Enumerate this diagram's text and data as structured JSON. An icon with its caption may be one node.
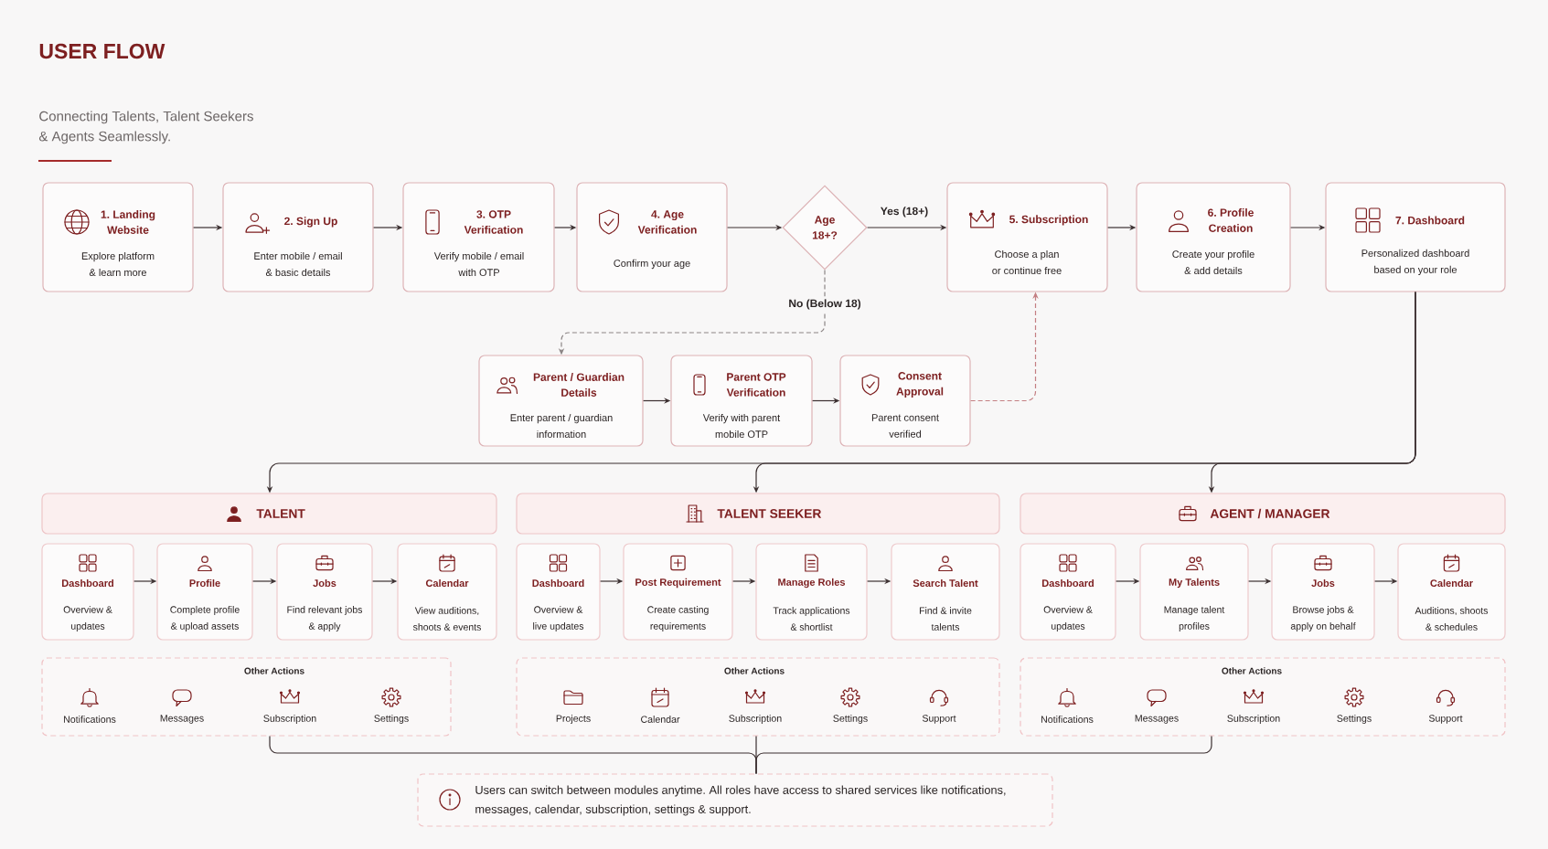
{
  "diagram": {
    "title": "USER FLOW",
    "nodes": [
      {
        "text": [
          "1. Landing Website",
          "Explore platform & learn more"
        ]
      },
      {
        "text": [
          "2. Sign Up",
          "Enter mobile / email & basic details"
        ]
      },
      {
        "text": [
          "3. OTP Verification",
          "Verify mobile / email with OTP"
        ]
      },
      {
        "text": [
          "4. Age Verification",
          "Confirm your age"
        ]
      },
      {
        "text": [
          "Age 18+?"
        ]
      },
      {
        "text": [
          "5. Subscription",
          "Choose a plan or continue free"
        ]
      },
      {
        "text": [
          "6. Profile Creation",
          "Create your profile & add details"
        ]
      },
      {
        "text": [
          "7. Dashboard",
          "Personalized dashboard based on your role"
        ]
      },
      {
        "text": [
          "Parent / Guardian Details",
          "Enter parent / guardian information"
        ]
      },
      {
        "text": [
          "Parent OTP Verification",
          "Verify with parent mobile OTP"
        ]
      },
      {
        "text": [
          "Consent Approval",
          "Parent consent verified"
        ]
      },
      {
        "text": [
          "TALENT"
        ]
      },
      {
        "text": [
          "TALENT SEEKER"
        ]
      },
      {
        "text": [
          "AGENT / MANAGER"
        ]
      },
      {
        "text": [
          "Dashboard",
          "Overview & updates"
        ]
      },
      {
        "text": [
          "Profile",
          "Complete profile & upload assets"
        ]
      },
      {
        "text": [
          "Jobs",
          "Find relevant jobs & apply"
        ]
      },
      {
        "text": [
          "Calendar",
          "View auditions, shoots & events"
        ]
      },
      {
        "text": [
          "Dashboard",
          "Overview & live updates"
        ]
      },
      {
        "text": [
          "Post Requirement",
          "Create casting requirements"
        ]
      },
      {
        "text": [
          "Manage Roles",
          "Track applications & shortlist"
        ]
      },
      {
        "text": [
          "Search Talent",
          "Find & invite talents"
        ]
      },
      {
        "text": [
          "Dashboard",
          "Overview & updates"
        ]
      },
      {
        "text": [
          "My Talents",
          "Manage talent profiles"
        ]
      },
      {
        "text": [
          "Jobs",
          "Browse jobs & apply on behalf"
        ]
      },
      {
        "text": [
          "Calendar",
          "Auditions, shoots & schedules"
        ]
      },
      {
        "text": [
          "Other Actions",
          "Notifications",
          "Messages",
          "Subscription",
          "Settings"
        ]
      },
      {
        "text": [
          "Other Actions",
          "Projects",
          "Calendar",
          "Subscription",
          "Settings",
          "Support"
        ]
      },
      {
        "text": [
          "Other Actions",
          "Notifications",
          "Messages",
          "Subscription",
          "Settings",
          "Support"
        ]
      },
      {
        "text": [
          "Users can switch between modules anytime. All roles have access to shared services like notifications, messages, calendar, subscription, settings & support."
        ]
      }
    ],
    "edges": [
      {
        "from": 0,
        "to": 1,
        "arrow": "to"
      },
      {
        "from": 1,
        "to": 2,
        "arrow": "to"
      },
      {
        "from": 2,
        "to": 3,
        "arrow": "to"
      },
      {
        "from": 3,
        "to": 4,
        "arrow": "to"
      },
      {
        "from": 4,
        "to": 5,
        "arrow": "to",
        "label": "Yes (18+)"
      },
      {
        "from": 5,
        "to": 6,
        "arrow": "to"
      },
      {
        "from": 6,
        "to": 7,
        "arrow": "to"
      },
      {
        "from": 4,
        "to": 8,
        "arrow": "to",
        "label": "No (Below 18)",
        "style": "dashed",
        "color": "#8c8585"
      },
      {
        "from": 8,
        "to": 9,
        "arrow": "to"
      },
      {
        "from": 9,
        "to": 10,
        "arrow": "to"
      },
      {
        "from": 10,
        "to": 5,
        "arrow": "to",
        "style": "dashed",
        "color": "#c47f83"
      },
      {
        "from": 7,
        "to": 11,
        "arrow": "to"
      },
      {
        "from": 7,
        "to": 12,
        "arrow": "to"
      },
      {
        "from": 7,
        "to": 13,
        "arrow": "to"
      },
      {
        "from": 14,
        "to": 15,
        "arrow": "to"
      },
      {
        "from": 15,
        "to": 16,
        "arrow": "to"
      },
      {
        "from": 16,
        "to": 17,
        "arrow": "to"
      },
      {
        "from": 18,
        "to": 19,
        "arrow": "to"
      },
      {
        "from": 19,
        "to": 20,
        "arrow": "to"
      },
      {
        "from": 20,
        "to": 21,
        "arrow": "to"
      },
      {
        "from": 22,
        "to": 23,
        "arrow": "to"
      },
      {
        "from": 23,
        "to": 24,
        "arrow": "to"
      },
      {
        "from": 24,
        "to": 25,
        "arrow": "to"
      },
      {
        "from": 26,
        "to": 29,
        "arrow": "none"
      },
      {
        "from": 27,
        "to": 29,
        "arrow": "none"
      },
      {
        "from": 28,
        "to": 29,
        "arrow": "none"
      }
    ],
    "labels": [
      "Connecting Talents, Talent Seekers & Agents Seamlessly."
    ]
  }
}
